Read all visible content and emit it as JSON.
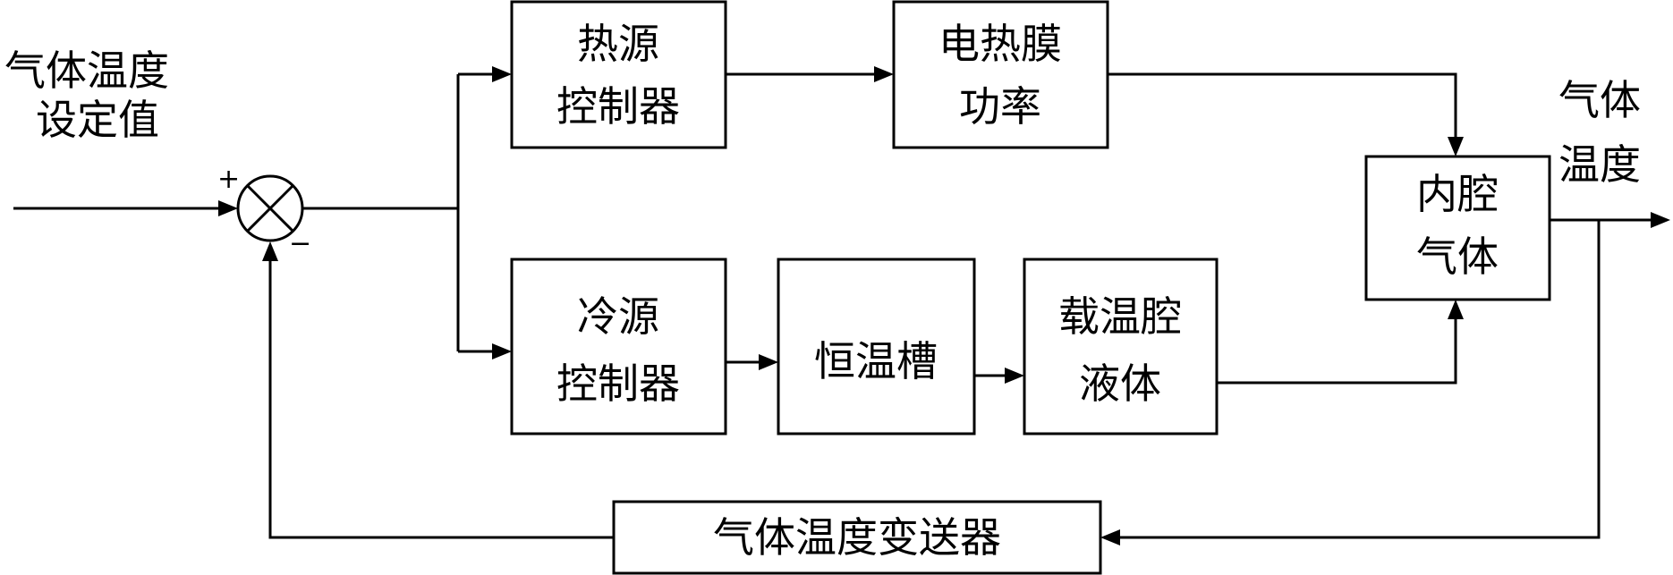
{
  "input_label": {
    "line1": "气体温度",
    "line2": "设定值"
  },
  "output_label": {
    "line1": "气体",
    "line2": "温度"
  },
  "summing_junction": {
    "plus": "+",
    "minus": "−"
  },
  "blocks": {
    "heat_controller": {
      "line1": "热源",
      "line2": "控制器"
    },
    "film_power": {
      "line1": "电热膜",
      "line2": "功率"
    },
    "cold_controller": {
      "line1": "冷源",
      "line2": "控制器"
    },
    "thermostat_bath": {
      "line1": "恒温槽"
    },
    "carrier_liquid": {
      "line1": "载温腔",
      "line2": "液体"
    },
    "inner_gas": {
      "line1": "内腔",
      "line2": "气体"
    },
    "transmitter": {
      "line1": "气体温度变送器"
    }
  }
}
